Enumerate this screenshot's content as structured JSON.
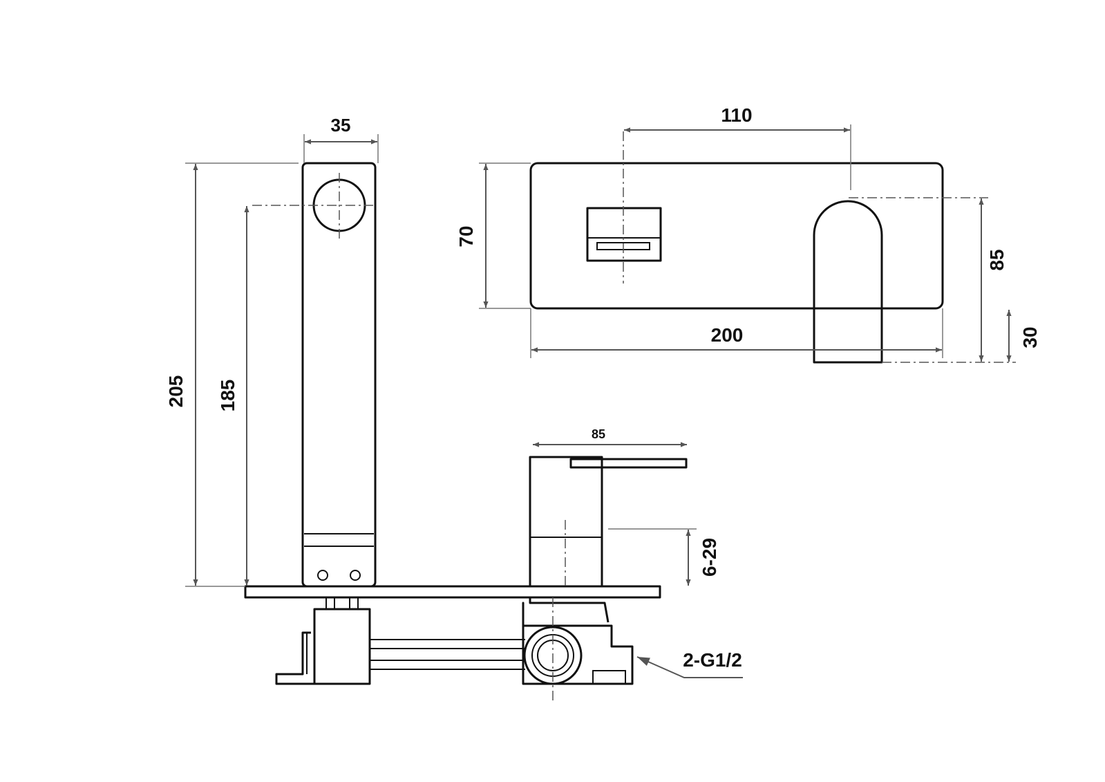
{
  "dimensions": {
    "handle_width": "35",
    "panel_hole_spacing": "110",
    "total_height": "205",
    "axis_height": "185",
    "panel_height": "70",
    "panel_width": "200",
    "spout_drop": "85",
    "spout_tip": "30",
    "mixer_depth": "85",
    "wall_adjust": "6-29",
    "connection": "2-G1/2"
  },
  "colors": {
    "line": "#111111",
    "dimension": "#555555",
    "background": "#ffffff"
  }
}
